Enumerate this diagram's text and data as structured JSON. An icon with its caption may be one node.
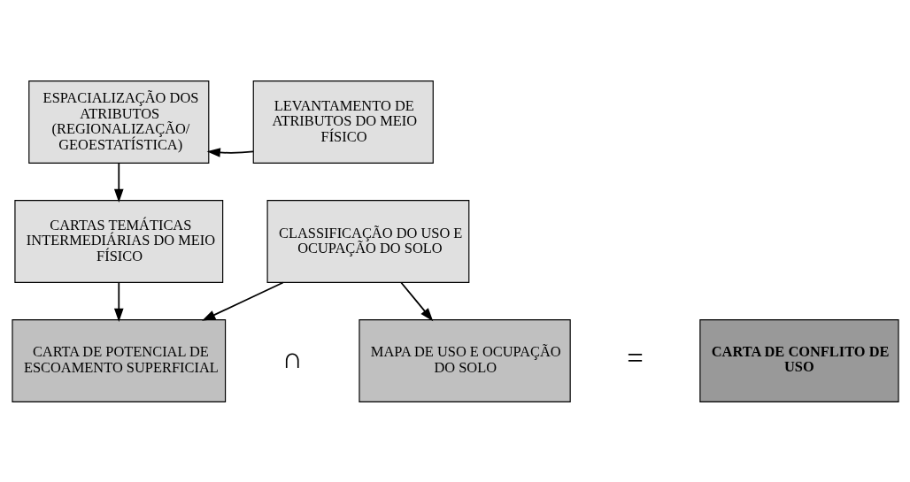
{
  "diagram": {
    "nodes": [
      {
        "text": [
          "ESPACIALIZAÇÃO DOS ATRIBUTOS (REGIONALIZAÇÃO/ GEOESTATÍSTICA)"
        ]
      },
      {
        "text": [
          "LEVANTAMENTO DE ATRIBUTOS DO MEIO FÍSICO"
        ]
      },
      {
        "text": [
          "CARTAS TEMÁTICAS INTERMEDIÁRIAS DO MEIO FÍSICO"
        ]
      },
      {
        "text": [
          "CLASSIFICAÇÃO DO USO E OCUPAÇÃO DO SOLO"
        ]
      },
      {
        "text": [
          "CARTA DE POTENCIAL DE ESCOAMENTO SUPERFICIAL"
        ]
      },
      {
        "text": [
          "MAPA DE USO E OCUPAÇÃO DO SOLO"
        ]
      },
      {
        "text": [
          "CARTA DE CONFLITO DE USO"
        ]
      }
    ],
    "edges": [
      {
        "from": 1,
        "to": 0,
        "arrow": "to"
      },
      {
        "from": 0,
        "to": 2,
        "arrow": "to"
      },
      {
        "from": 2,
        "to": 4,
        "arrow": "to"
      },
      {
        "from": 3,
        "to": 4,
        "arrow": "to"
      },
      {
        "from": 3,
        "to": 5,
        "arrow": "to"
      }
    ],
    "labels": [
      "∩",
      "="
    ]
  }
}
